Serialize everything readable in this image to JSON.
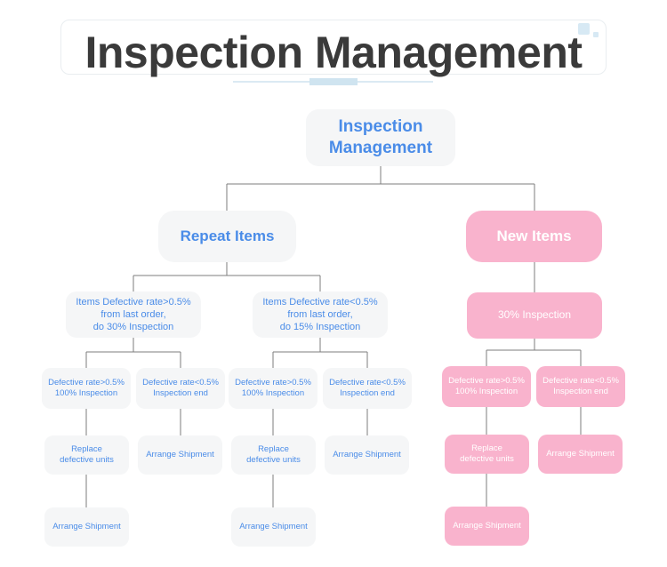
{
  "header": {
    "title": "Inspection Management",
    "decoration": {
      "corner_square_color": "#d7e9f4",
      "rule_color": "#dbeaf3"
    }
  },
  "theme": {
    "blue_node_bg": "#f5f6f7",
    "blue_node_text": "#4a8ce8",
    "pink_node_bg": "#f9b3cd",
    "pink_node_text": "#ffffff",
    "connector_color": "#7d7d7d",
    "page_bg": "#ffffff"
  },
  "diagram": {
    "type": "tree-flowchart",
    "root": {
      "id": "root",
      "label": "Inspection\nManagement",
      "style": "blue"
    },
    "branches": [
      {
        "id": "repeat-items",
        "label": "Repeat Items",
        "style": "blue",
        "children": [
          {
            "id": "repeat-high-rate",
            "label": "Items Defective rate>0.5%\nfrom last order,\ndo 30% Inspection",
            "style": "blue",
            "children": [
              {
                "id": "repeat-high-over",
                "label": "Defective rate>0.5%\n100% Inspection",
                "style": "blue",
                "children": [
                  {
                    "id": "repeat-high-over-replace",
                    "label": "Replace\ndefective units",
                    "style": "blue",
                    "children": [
                      {
                        "id": "repeat-high-over-ship",
                        "label": "Arrange Shipment",
                        "style": "blue",
                        "children": []
                      }
                    ]
                  }
                ]
              },
              {
                "id": "repeat-high-under",
                "label": "Defective rate<0.5%\nInspection end",
                "style": "blue",
                "children": [
                  {
                    "id": "repeat-high-under-ship",
                    "label": "Arrange Shipment",
                    "style": "blue",
                    "children": []
                  }
                ]
              }
            ]
          },
          {
            "id": "repeat-low-rate",
            "label": "Items Defective rate<0.5%\nfrom last order,\ndo 15% Inspection",
            "style": "blue",
            "children": [
              {
                "id": "repeat-low-over",
                "label": "Defective rate>0.5%\n100% Inspection",
                "style": "blue",
                "children": [
                  {
                    "id": "repeat-low-over-replace",
                    "label": "Replace\ndefective units",
                    "style": "blue",
                    "children": [
                      {
                        "id": "repeat-low-over-ship",
                        "label": "Arrange Shipment",
                        "style": "blue",
                        "children": []
                      }
                    ]
                  }
                ]
              },
              {
                "id": "repeat-low-under",
                "label": "Defective rate<0.5%\nInspection end",
                "style": "blue",
                "children": [
                  {
                    "id": "repeat-low-under-ship",
                    "label": "Arrange Shipment",
                    "style": "blue",
                    "children": []
                  }
                ]
              }
            ]
          }
        ]
      },
      {
        "id": "new-items",
        "label": "New Items",
        "style": "pink",
        "children": [
          {
            "id": "new-30-inspection",
            "label": "30% Inspection",
            "style": "pink",
            "children": [
              {
                "id": "new-over",
                "label": "Defective rate>0.5%\n100% Inspection",
                "style": "pink",
                "children": [
                  {
                    "id": "new-over-replace",
                    "label": "Replace\ndefective units",
                    "style": "pink",
                    "children": [
                      {
                        "id": "new-over-ship",
                        "label": "Arrange Shipment",
                        "style": "pink",
                        "children": []
                      }
                    ]
                  }
                ]
              },
              {
                "id": "new-under",
                "label": "Defective rate<0.5%\nInspection end",
                "style": "pink",
                "children": [
                  {
                    "id": "new-under-ship",
                    "label": "Arrange Shipment",
                    "style": "pink",
                    "children": []
                  }
                ]
              }
            ]
          }
        ]
      }
    ]
  },
  "nodes": {
    "root": "Inspection\nManagement",
    "repeat_items": "Repeat Items",
    "new_items": "New Items",
    "repeat_high_rate": "Items Defective rate>0.5%\nfrom last order,\ndo 30% Inspection",
    "repeat_low_rate": "Items Defective rate<0.5%\nfrom last order,\ndo 15% Inspection",
    "new_30_inspection": "30% Inspection",
    "rh_over": "Defective rate>0.5%\n100% Inspection",
    "rh_under": "Defective rate<0.5%\nInspection end",
    "rl_over": "Defective rate>0.5%\n100% Inspection",
    "rl_under": "Defective rate<0.5%\nInspection end",
    "new_over": "Defective rate>0.5%\n100% Inspection",
    "new_under": "Defective rate<0.5%\nInspection end",
    "rh_replace": "Replace\ndefective units",
    "rh_ship_mid": "Arrange Shipment",
    "rl_replace": "Replace\ndefective units",
    "rl_ship_mid": "Arrange Shipment",
    "new_replace": "Replace\ndefective units",
    "new_ship_mid": "Arrange Shipment",
    "rh_ship_bottom": "Arrange Shipment",
    "rl_ship_bottom": "Arrange Shipment",
    "new_ship_bottom": "Arrange Shipment"
  }
}
